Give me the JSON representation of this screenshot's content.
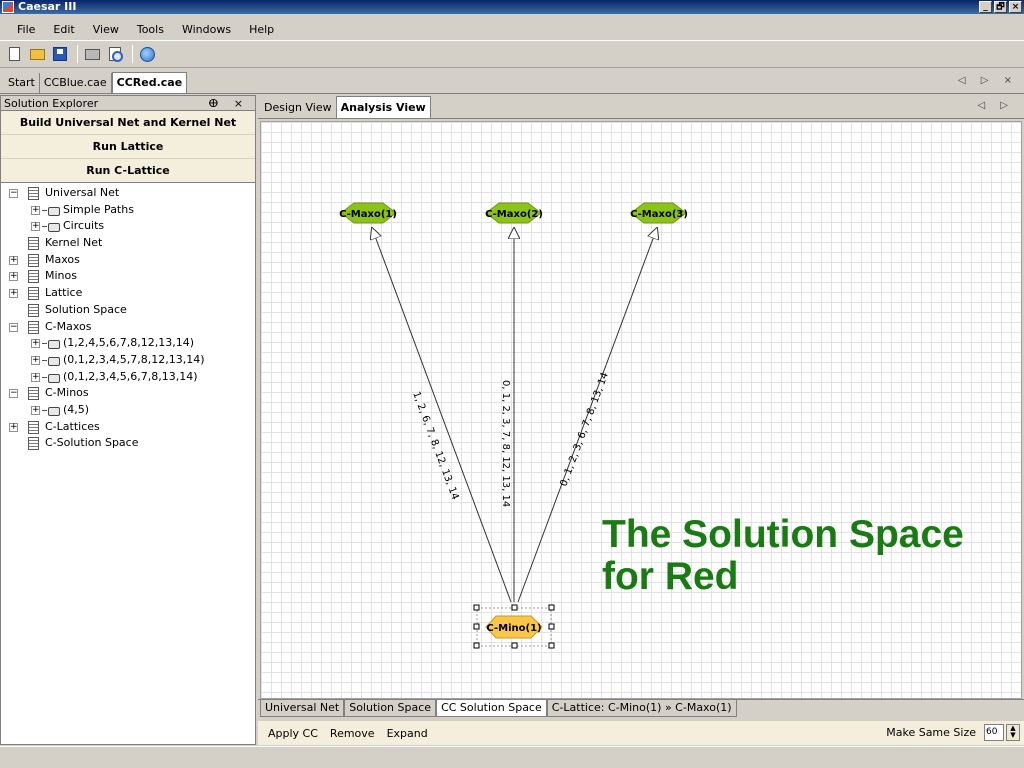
{
  "window": {
    "title": "Caesar III",
    "controls": [
      "_",
      "🗗",
      "×"
    ]
  },
  "menu": [
    "File",
    "Edit",
    "View",
    "Tools",
    "Windows",
    "Help"
  ],
  "doc_tabs": {
    "items": [
      "Start",
      "CCBlue.cae",
      "CCRed.cae"
    ],
    "active": "CCRed.cae",
    "controls": "◁ ▷ ×"
  },
  "solution_explorer": {
    "title": "Solution Explorer",
    "controls": "ⴲ ×",
    "buttons": [
      "Build Universal Net and Kernel Net",
      "Run Lattice",
      "Run C-Lattice"
    ],
    "tree": [
      {
        "label": "Universal Net",
        "level": 0,
        "expander": "−",
        "icon": "node"
      },
      {
        "label": "Simple Paths",
        "level": 1,
        "expander": "+",
        "icon": "leaf"
      },
      {
        "label": "Circuits",
        "level": 1,
        "expander": "+",
        "icon": "leaf"
      },
      {
        "label": "Kernel Net",
        "level": 0,
        "expander": "",
        "icon": "node"
      },
      {
        "label": "Maxos",
        "level": 0,
        "expander": "+",
        "icon": "node"
      },
      {
        "label": "Minos",
        "level": 0,
        "expander": "+",
        "icon": "node"
      },
      {
        "label": "Lattice",
        "level": 0,
        "expander": "+",
        "icon": "node"
      },
      {
        "label": "Solution Space",
        "level": 0,
        "expander": "",
        "icon": "node"
      },
      {
        "label": "C-Maxos",
        "level": 0,
        "expander": "−",
        "icon": "node"
      },
      {
        "label": "(1,2,4,5,6,7,8,12,13,14)",
        "level": 1,
        "expander": "+",
        "icon": "leaf"
      },
      {
        "label": "(0,1,2,3,4,5,7,8,12,13,14)",
        "level": 1,
        "expander": "+",
        "icon": "leaf"
      },
      {
        "label": "(0,1,2,3,4,5,6,7,8,13,14)",
        "level": 1,
        "expander": "+",
        "icon": "leaf"
      },
      {
        "label": "C-Minos",
        "level": 0,
        "expander": "−",
        "icon": "node"
      },
      {
        "label": "(4,5)",
        "level": 1,
        "expander": "+",
        "icon": "leaf"
      },
      {
        "label": "C-Lattices",
        "level": 0,
        "expander": "+",
        "icon": "node"
      },
      {
        "label": "C-Solution Space",
        "level": 0,
        "expander": "",
        "icon": "node"
      }
    ]
  },
  "view_tabs": {
    "items": [
      "Design View",
      "Analysis View"
    ],
    "active": "Analysis View",
    "controls": "◁ ▷"
  },
  "graph": {
    "maxos": [
      {
        "label": "C-Maxo(1)",
        "color": "#8cc21a"
      },
      {
        "label": "C-Maxo(2)",
        "color": "#8cc21a"
      },
      {
        "label": "C-Maxo(3)",
        "color": "#8cc21a"
      }
    ],
    "mino": {
      "label": "C-Mino(1)",
      "color": "#f7c64a"
    },
    "edges": [
      {
        "label": "1, 2, 6, 7, 8, 12, 13, 14"
      },
      {
        "label": "0, 1, 2, 3, 7, 8, 12, 13, 14"
      },
      {
        "label": "0, 1, 2, 3, 6, 7, 8, 13, 14"
      }
    ]
  },
  "slide_caption": "The Solution Space for Red",
  "bottom_tabs": {
    "items": [
      "Universal Net",
      "Solution Space",
      "CC Solution Space",
      "C-Lattice: C-Mino(1) » C-Maxo(1)"
    ],
    "active": "CC Solution Space"
  },
  "bottom_toolbar": {
    "buttons": [
      "Apply CC",
      "Remove",
      "Expand"
    ],
    "same_size_label": "Make Same Size",
    "size_value": "60"
  }
}
